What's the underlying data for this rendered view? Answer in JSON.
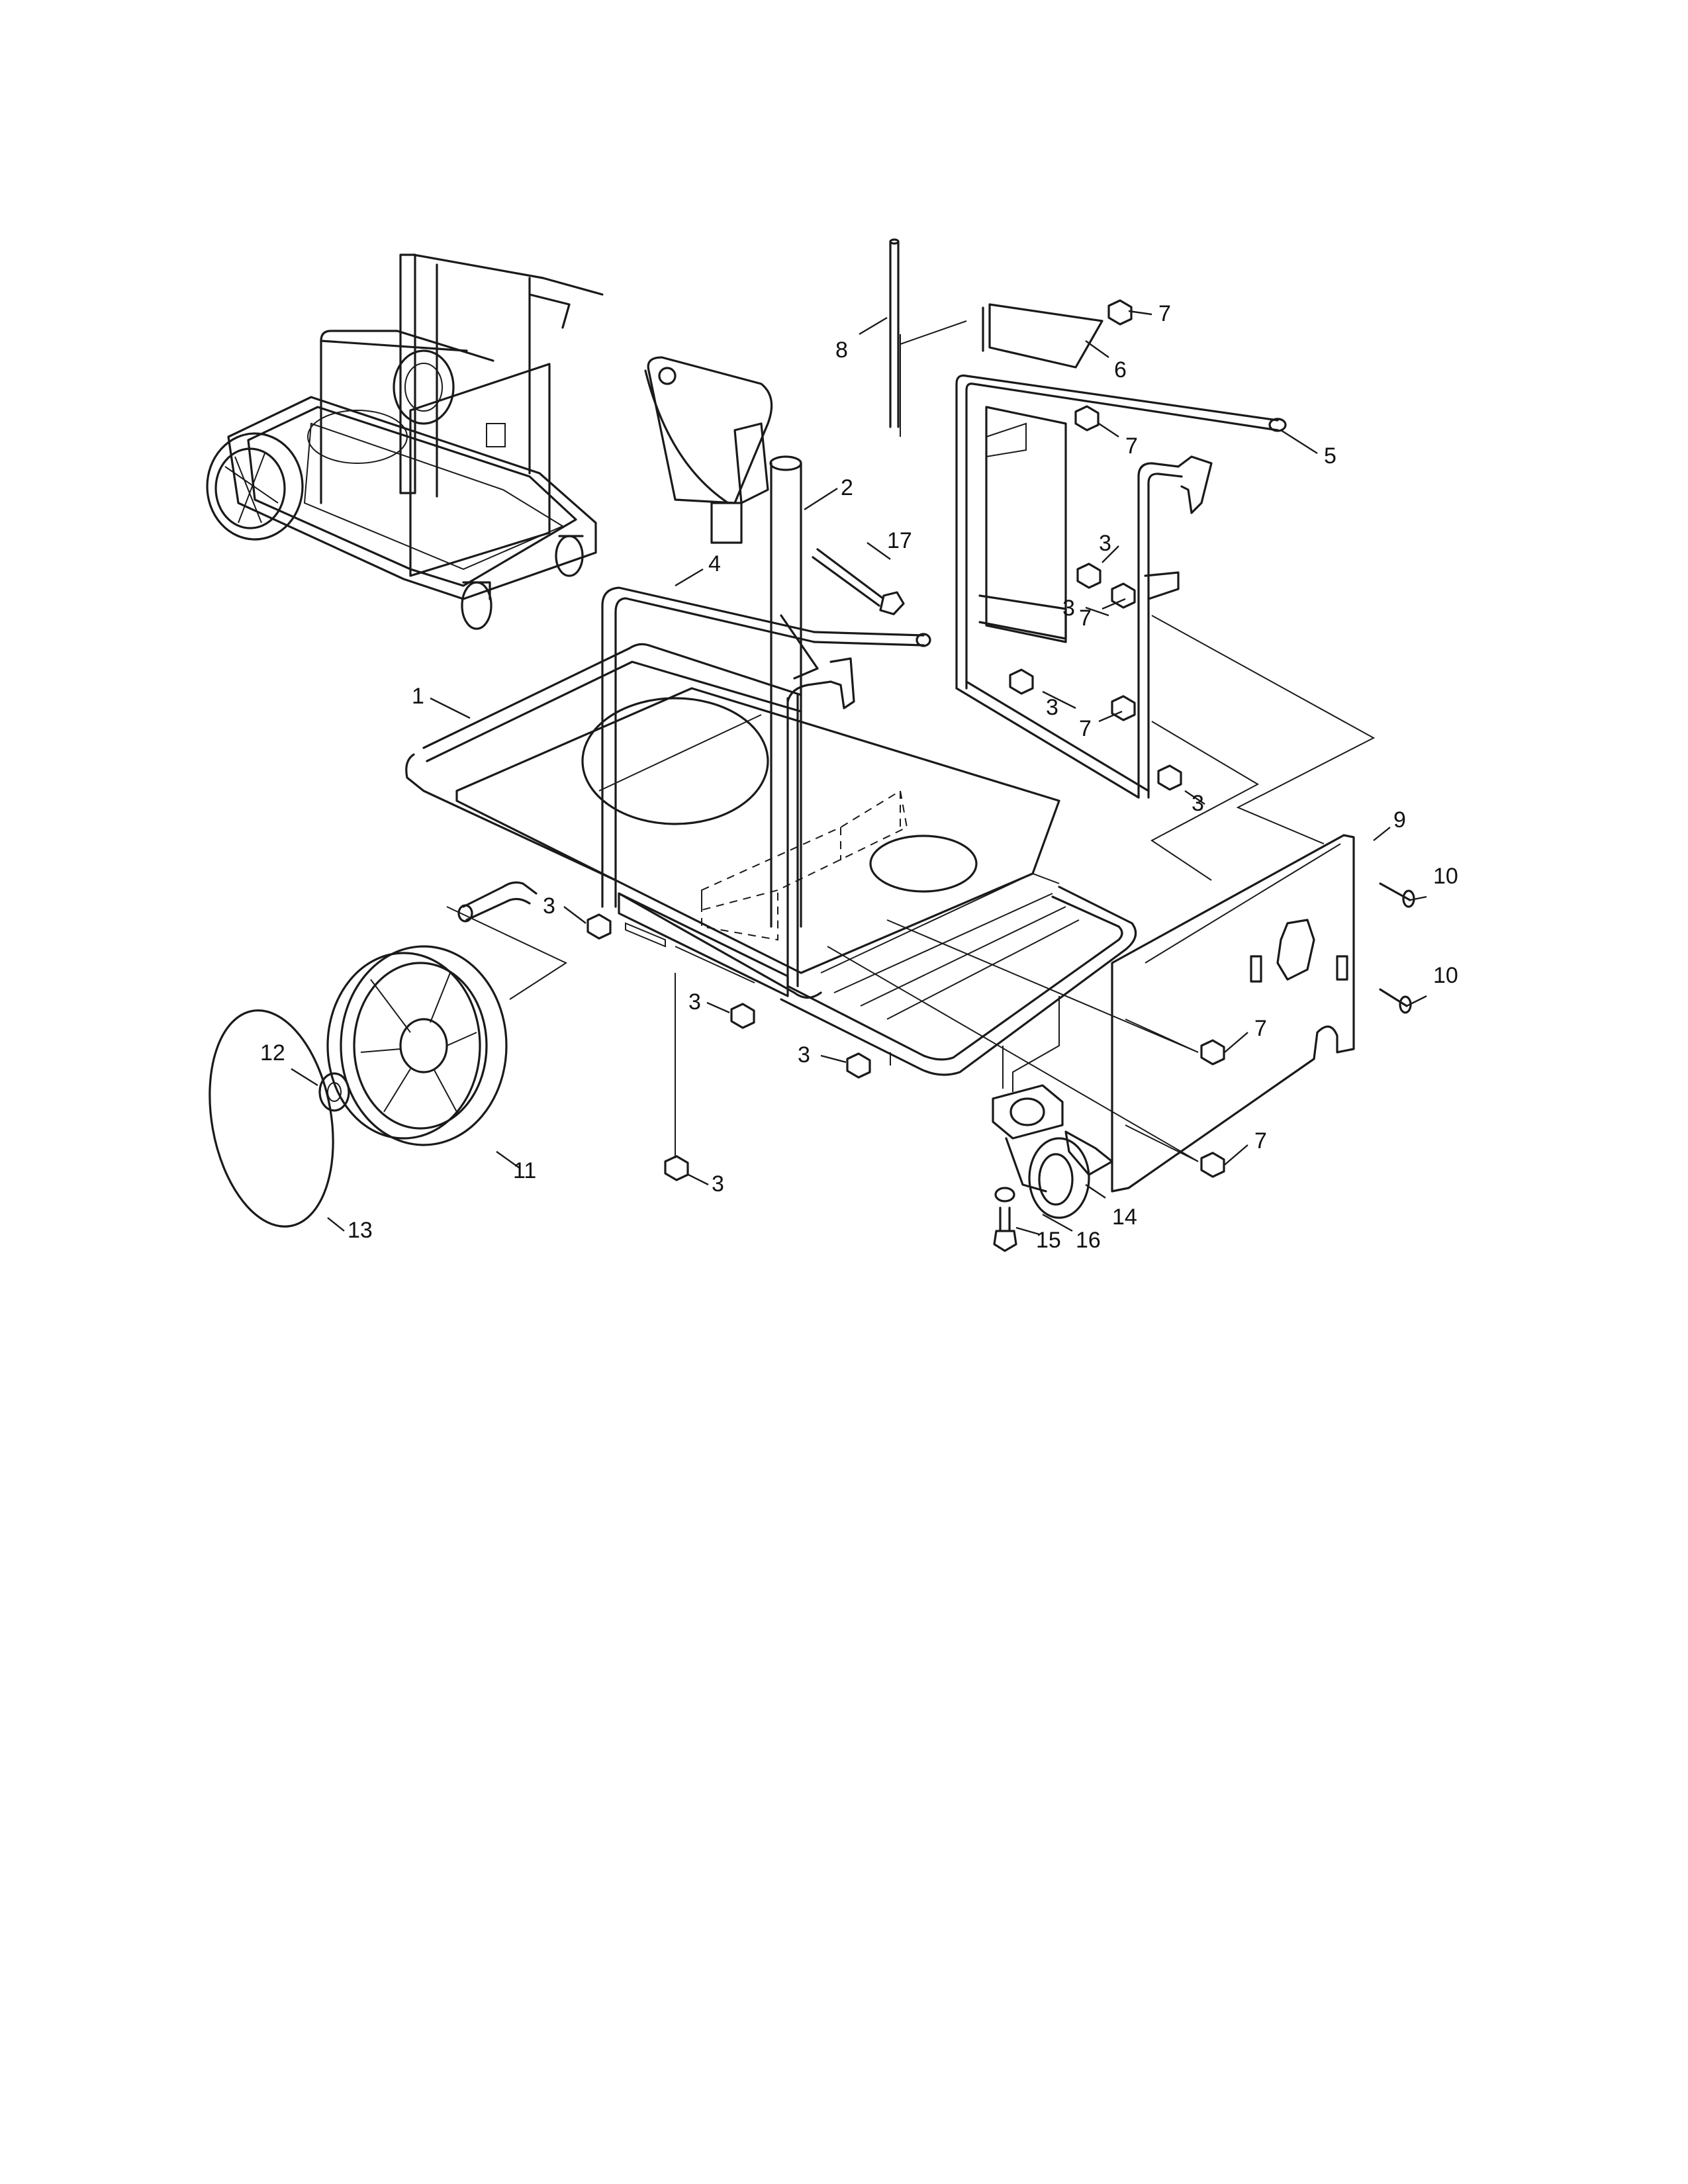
{
  "callouts": [
    {
      "id": "1",
      "label": "1"
    },
    {
      "id": "2",
      "label": "2"
    },
    {
      "id": "3a",
      "label": "3"
    },
    {
      "id": "3b",
      "label": "3"
    },
    {
      "id": "3c",
      "label": "3"
    },
    {
      "id": "3d",
      "label": "3"
    },
    {
      "id": "3e",
      "label": "3"
    },
    {
      "id": "3f",
      "label": "3"
    },
    {
      "id": "3g",
      "label": "3"
    },
    {
      "id": "3h",
      "label": "3"
    },
    {
      "id": "4",
      "label": "4"
    },
    {
      "id": "5",
      "label": "5"
    },
    {
      "id": "6",
      "label": "6"
    },
    {
      "id": "7a",
      "label": "7"
    },
    {
      "id": "7b",
      "label": "7"
    },
    {
      "id": "7c",
      "label": "7"
    },
    {
      "id": "7d",
      "label": "7"
    },
    {
      "id": "7e",
      "label": "7"
    },
    {
      "id": "7f",
      "label": "7"
    },
    {
      "id": "8",
      "label": "8"
    },
    {
      "id": "9",
      "label": "9"
    },
    {
      "id": "10a",
      "label": "10"
    },
    {
      "id": "10b",
      "label": "10"
    },
    {
      "id": "11",
      "label": "11"
    },
    {
      "id": "12",
      "label": "12"
    },
    {
      "id": "13",
      "label": "13"
    },
    {
      "id": "14",
      "label": "14"
    },
    {
      "id": "15",
      "label": "15"
    },
    {
      "id": "16",
      "label": "16"
    },
    {
      "id": "17",
      "label": "17"
    }
  ]
}
